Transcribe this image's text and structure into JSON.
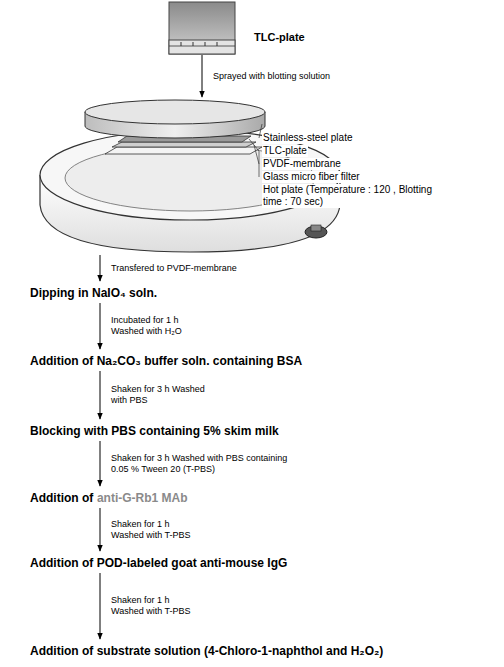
{
  "diagram": {
    "nodes": [
      {
        "text": [
          "TLC-plate"
        ]
      },
      {
        "text": [
          "Stainless-steel plate",
          "TLC-plate",
          "PVDF-membrane",
          "Glass micro fiber filter",
          "Hot plate (Temperature : 120 , Blotting time : 70 sec)"
        ]
      },
      {
        "text": [
          "Dipping in NaIO₄ soln."
        ]
      },
      {
        "text": [
          "Addition of Na₂CO₃ buffer soln. containing BSA"
        ]
      },
      {
        "text": [
          "Blocking with PBS containing 5% skim milk"
        ]
      },
      {
        "text": [
          "Addition of",
          "anti-G-Rb1 MAb"
        ]
      },
      {
        "text": [
          "Addition of POD-labeled goat anti-mouse IgG"
        ]
      },
      {
        "text": [
          "Addition of substrate solution (4-Chloro-1-naphthol and H₂O₂)"
        ]
      }
    ],
    "edges": [
      {
        "from": 0,
        "to": 1,
        "arrow": "to",
        "label": "Sprayed with blotting solution"
      },
      {
        "from": 1,
        "to": 2,
        "arrow": "to",
        "label": "Transfered to PVDF-membrane"
      },
      {
        "from": 2,
        "to": 3,
        "arrow": "to",
        "label": "Incubated for 1 h Washed with H₂O"
      },
      {
        "from": 3,
        "to": 4,
        "arrow": "to",
        "label": "Shaken for 3 h Washed with PBS"
      },
      {
        "from": 4,
        "to": 5,
        "arrow": "to",
        "label": "Shaken for 3 h Washed with PBS containing 0.05 % Tween 20 (T-PBS)"
      },
      {
        "from": 5,
        "to": 6,
        "arrow": "to",
        "label": "Shaken for 1 h Washed with T-PBS"
      },
      {
        "from": 6,
        "to": 7,
        "arrow": "to",
        "label": "Shaken for 1 h Washed with T-PBS"
      }
    ]
  }
}
